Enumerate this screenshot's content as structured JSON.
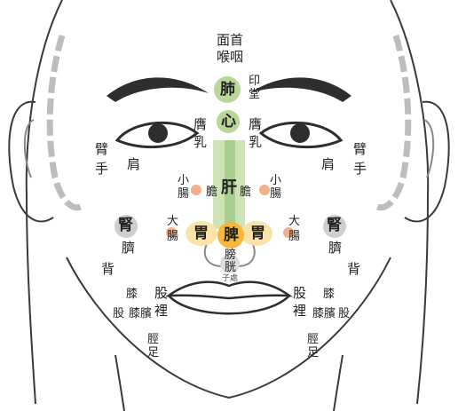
{
  "colors": {
    "liver_strip": "#cfe3b6",
    "liver_strip_dark": "#a9cf8e",
    "lung_heart_circle": "#b9d79a",
    "stomach_spleen": "#f6b73c",
    "stomach_glow": "#fbe3a8",
    "intestine_dot": "#f2b08a",
    "kidney_circle": "#cfcfcf",
    "skin_line": "#3a3a3a",
    "shade": "#9a9a9a"
  },
  "labels": {
    "face_throat": "面首\n喉咽",
    "lung": "肺",
    "yintang": "印\n堂",
    "heart": "心",
    "liver": "肝",
    "gallbladder_left": "膽",
    "gallbladder_right": "膽",
    "chest_breast_left": "膺\n乳",
    "chest_breast_right": "膺\n乳",
    "small_intestine_left": "小\n腸",
    "small_intestine_right": "小\n腸",
    "stomach_left": "胃",
    "stomach_right": "胃",
    "spleen": "脾",
    "bladder": "膀\n胱",
    "uterus": "子處",
    "large_intestine_left": "大\n腸",
    "large_intestine_right": "大\n腸",
    "kidney_left": "腎",
    "kidney_right": "腎",
    "navel_left": "臍",
    "navel_right": "臍",
    "arm_left": "臂\n手",
    "arm_right": "臂\n手",
    "shoulder_left": "肩",
    "shoulder_right": "肩",
    "back_left": "背",
    "back_right": "背",
    "thigh_inner_left": "股\n裡",
    "thigh_inner_right": "股\n裡",
    "knee_left": "膝",
    "knee_right": "膝",
    "knee_patella_left": "膝臏",
    "knee_patella_right": "膝臏",
    "thigh_left": "股",
    "thigh_right": "股",
    "shin_foot_left": "脛\n足",
    "shin_foot_right": "脛\n足"
  }
}
